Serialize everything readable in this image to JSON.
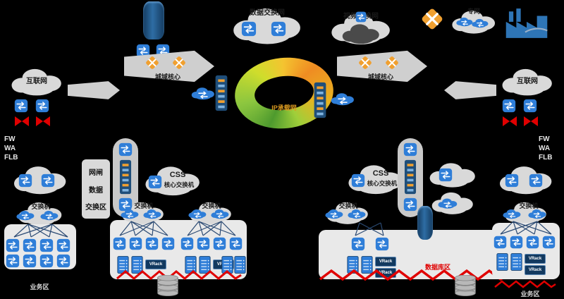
{
  "colors": {
    "background": "#000000",
    "cloud_gray": "#d9d9d9",
    "device_blue": "#2f7ed8",
    "router_orange": "#f0a030",
    "alert_red": "#e00000",
    "chassis_navy": "#1f4e79",
    "ring_green": "#8cc63f",
    "ring_orange": "#ef8c22"
  },
  "top_row": {
    "data_exchange_cloud": "数据交换网",
    "video_cloud": "视频交换网",
    "private_cloud": "专网"
  },
  "core_row": {
    "metro_core_left": "城域核心",
    "metro_core_right": "城域核心",
    "internet_left": "互联网",
    "internet_right": "互联网",
    "ring_label": "IP承载网"
  },
  "security_stack": {
    "fw": "FW",
    "wa": "WA",
    "flb": "FLB"
  },
  "gateway_block": {
    "line1": "网闸",
    "line2": "数据",
    "line3": "交换区"
  },
  "core_switch": {
    "css": "CSS",
    "name": "核心交换机"
  },
  "access": {
    "switch_label": "交换机",
    "vrack": "VRack"
  },
  "zones": {
    "left": "业务区",
    "right": "业务区",
    "db_red": "数据库区"
  }
}
